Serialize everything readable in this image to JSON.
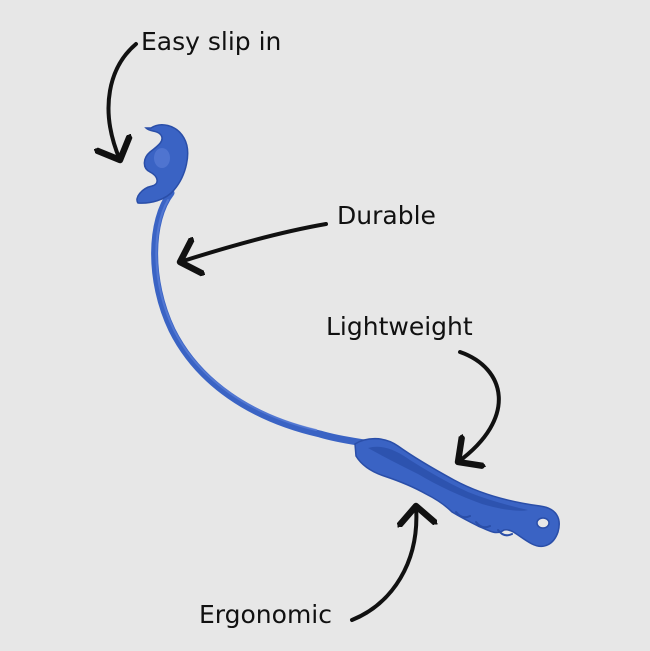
{
  "image": {
    "subject": "blue-plastic-tool-icon",
    "colors": {
      "background": "#e7e7e7",
      "tool": "#3a63c4",
      "tool_dark": "#2a4ea8",
      "tool_light": "#5d80d8",
      "arrows_text": "#111111"
    }
  },
  "callouts": [
    {
      "id": "easy-slip-in",
      "text": "Easy slip in"
    },
    {
      "id": "durable",
      "text": "Durable"
    },
    {
      "id": "lightweight",
      "text": "Lightweight"
    },
    {
      "id": "ergonomic",
      "text": "Ergonomic"
    }
  ]
}
